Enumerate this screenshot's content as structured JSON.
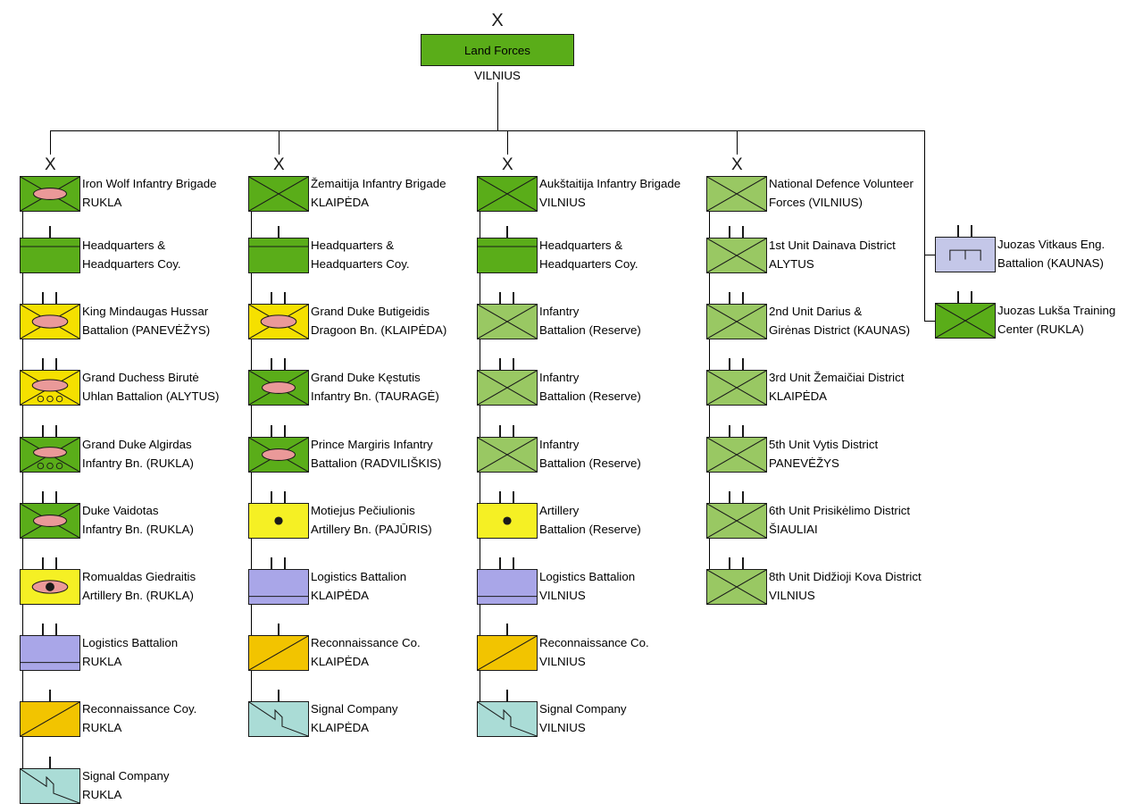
{
  "root": {
    "echelon": "X",
    "name": "Land Forces",
    "location": "VILNIUS",
    "color": "#5aad19"
  },
  "colors": {
    "infantry_green": "#5aad19",
    "reserve_green": "#99c863",
    "cavalry_yellow": "#f5e000",
    "recon_yellow": "#f2c400",
    "artillery_yellow": "#f5f024",
    "logistics_purple": "#a9a6e8",
    "signal_teal": "#aadcd6",
    "mech_pink": "#ea9999",
    "outline": "#1a1a1a"
  },
  "columns": [
    {
      "id": "iron-wolf",
      "header": {
        "echelon": "X",
        "name_line1": "Iron Wolf Infantry Brigade",
        "name_line2": "RUKLA",
        "symbol": "mechanized-infantry",
        "fill": "#5aad19"
      },
      "units": [
        {
          "echelon": "company",
          "symbol": "headquarters",
          "fill": "#5aad19",
          "line1": "Headquarters &",
          "line2": "Headquarters Coy."
        },
        {
          "echelon": "battalion",
          "symbol": "mechanized-cavalry",
          "fill": "#f5e000",
          "line1": "King Mindaugas Hussar",
          "line2": "Battalion (PANEVĖŽYS)"
        },
        {
          "echelon": "battalion",
          "symbol": "wheeled-mechanized-cavalry",
          "fill": "#f5e000",
          "line1": "Grand Duchess Birutė",
          "line2": "Uhlan Battalion (ALYTUS)"
        },
        {
          "echelon": "battalion",
          "symbol": "wheeled-mechanized-infantry",
          "fill": "#5aad19",
          "line1": "Grand Duke Algirdas",
          "line2": "Infantry Bn. (RUKLA)"
        },
        {
          "echelon": "battalion",
          "symbol": "mechanized-infantry",
          "fill": "#5aad19",
          "line1": "Duke Vaidotas",
          "line2": "Infantry Bn. (RUKLA)"
        },
        {
          "echelon": "battalion",
          "symbol": "self-propelled-artillery",
          "fill": "#f5f024",
          "line1": "Romualdas Giedraitis",
          "line2": "Artillery Bn. (RUKLA)"
        },
        {
          "echelon": "battalion",
          "symbol": "logistics",
          "fill": "#a9a6e8",
          "line1": "Logistics Battalion",
          "line2": "RUKLA"
        },
        {
          "echelon": "company",
          "symbol": "reconnaissance",
          "fill": "#f2c400",
          "line1": "Reconnaissance Coy.",
          "line2": "RUKLA"
        },
        {
          "echelon": "company",
          "symbol": "signal",
          "fill": "#aadcd6",
          "line1": "Signal Company",
          "line2": "RUKLA"
        }
      ]
    },
    {
      "id": "zemaitija",
      "header": {
        "echelon": "X",
        "name_line1": "Žemaitija Infantry Brigade",
        "name_line2": "KLAIPĖDA",
        "symbol": "infantry",
        "fill": "#5aad19"
      },
      "units": [
        {
          "echelon": "company",
          "symbol": "headquarters",
          "fill": "#5aad19",
          "line1": "Headquarters &",
          "line2": "Headquarters Coy."
        },
        {
          "echelon": "battalion",
          "symbol": "mechanized-cavalry",
          "fill": "#f5e000",
          "line1": "Grand Duke Butigeidis",
          "line2": "Dragoon Bn. (KLAIPĖDA)"
        },
        {
          "echelon": "battalion",
          "symbol": "mechanized-infantry",
          "fill": "#5aad19",
          "line1": "Grand Duke Kęstutis",
          "line2": "Infantry Bn. (TAURAGĖ)"
        },
        {
          "echelon": "battalion",
          "symbol": "mechanized-infantry",
          "fill": "#5aad19",
          "line1": "Prince Margiris Infantry",
          "line2": "Battalion (RADVILIŠKIS)"
        },
        {
          "echelon": "battalion",
          "symbol": "artillery",
          "fill": "#f5f024",
          "line1": "Motiejus Pečiulionis",
          "line2": "Artillery Bn. (PAJŪRIS)"
        },
        {
          "echelon": "battalion",
          "symbol": "logistics",
          "fill": "#a9a6e8",
          "line1": "Logistics Battalion",
          "line2": "KLAIPĖDA"
        },
        {
          "echelon": "company",
          "symbol": "reconnaissance",
          "fill": "#f2c400",
          "line1": "Reconnaissance Co.",
          "line2": "KLAIPĖDA"
        },
        {
          "echelon": "company",
          "symbol": "signal",
          "fill": "#aadcd6",
          "line1": "Signal Company",
          "line2": "KLAIPĖDA"
        }
      ]
    },
    {
      "id": "aukstaitija",
      "header": {
        "echelon": "X",
        "name_line1": "Aukštaitija Infantry Brigade",
        "name_line2": "VILNIUS",
        "symbol": "infantry",
        "fill": "#5aad19"
      },
      "units": [
        {
          "echelon": "company",
          "symbol": "headquarters",
          "fill": "#5aad19",
          "line1": "Headquarters &",
          "line2": "Headquarters Coy."
        },
        {
          "echelon": "battalion",
          "symbol": "infantry",
          "fill": "#99c863",
          "line1": "Infantry",
          "line2": "Battalion (Reserve)"
        },
        {
          "echelon": "battalion",
          "symbol": "infantry",
          "fill": "#99c863",
          "line1": "Infantry",
          "line2": "Battalion (Reserve)"
        },
        {
          "echelon": "battalion",
          "symbol": "infantry",
          "fill": "#99c863",
          "line1": "Infantry",
          "line2": "Battalion (Reserve)"
        },
        {
          "echelon": "battalion",
          "symbol": "artillery",
          "fill": "#f5f024",
          "line1": "Artillery",
          "line2": "Battalion (Reserve)"
        },
        {
          "echelon": "battalion",
          "symbol": "logistics",
          "fill": "#a9a6e8",
          "line1": "Logistics Battalion",
          "line2": "VILNIUS"
        },
        {
          "echelon": "company",
          "symbol": "reconnaissance",
          "fill": "#f2c400",
          "line1": "Reconnaissance Co.",
          "line2": "VILNIUS"
        },
        {
          "echelon": "company",
          "symbol": "signal",
          "fill": "#aadcd6",
          "line1": "Signal Company",
          "line2": "VILNIUS"
        }
      ]
    },
    {
      "id": "ndvf",
      "header": {
        "echelon": "X",
        "name_line1": "National Defence Volunteer",
        "name_line2": "Forces (VILNIUS)",
        "symbol": "infantry",
        "fill": "#99c863"
      },
      "units": [
        {
          "echelon": "battalion",
          "symbol": "infantry",
          "fill": "#99c863",
          "line1": "1st Unit Dainava District",
          "line2": "ALYTUS"
        },
        {
          "echelon": "battalion",
          "symbol": "infantry",
          "fill": "#99c863",
          "line1": "2nd Unit Darius &",
          "line2": "Girėnas District (KAUNAS)"
        },
        {
          "echelon": "battalion",
          "symbol": "infantry",
          "fill": "#99c863",
          "line1": "3rd Unit Žemaičiai District",
          "line2": "KLAIPĖDA"
        },
        {
          "echelon": "battalion",
          "symbol": "infantry",
          "fill": "#99c863",
          "line1": "5th Unit Vytis District",
          "line2": "PANEVĖŽYS"
        },
        {
          "echelon": "battalion",
          "symbol": "infantry",
          "fill": "#99c863",
          "line1": "6th Unit Prisikėlimo District",
          "line2": "ŠIAULIAI"
        },
        {
          "echelon": "battalion",
          "symbol": "infantry",
          "fill": "#99c863",
          "line1": "8th Unit Didžioji Kova District",
          "line2": "VILNIUS"
        }
      ]
    },
    {
      "id": "independent",
      "header": null,
      "units": [
        {
          "echelon": "battalion",
          "symbol": "engineer",
          "fill": "#c4c7e8",
          "line1": "Juozas Vitkaus Eng.",
          "line2": "Battalion (KAUNAS)"
        },
        {
          "echelon": "battalion",
          "symbol": "infantry",
          "fill": "#5aad19",
          "line1": "Juozas Lukša Training",
          "line2": "Center (RUKLA)"
        }
      ]
    }
  ]
}
